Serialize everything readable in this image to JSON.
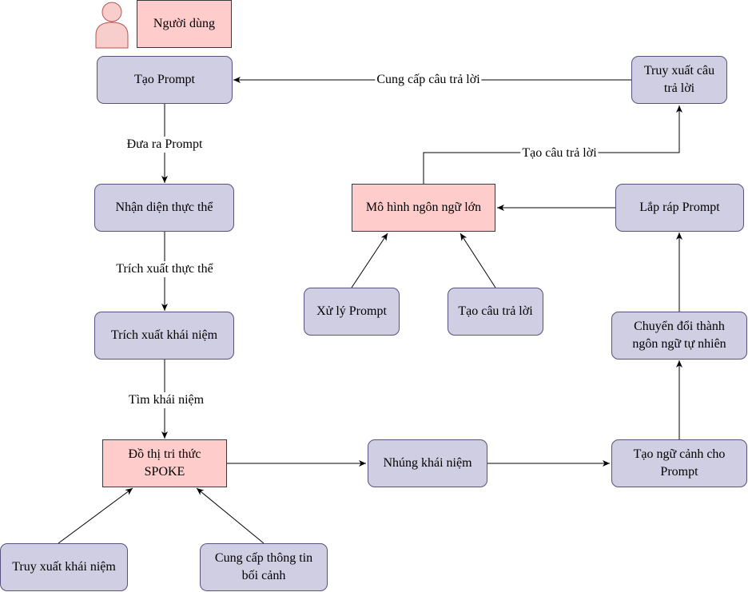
{
  "nodes": {
    "user": "Người dùng",
    "create_prompt": "Tạo Prompt",
    "entity_recognition": "Nhận diện thực thể",
    "concept_extraction": "Trích xuất khái niệm",
    "knowledge_graph": "Đồ thị tri thức\nSPOKE",
    "retrieve_concepts": "Truy xuất khái niệm",
    "provide_context": "Cung cấp thông tin\nbối cảnh",
    "embed_concepts": "Nhúng khái niệm",
    "build_context": "Tạo ngữ cảnh cho\nPrompt",
    "to_natural_language": "Chuyển đổi thành\nngôn ngữ tự nhiên",
    "assemble_prompt": "Lắp ráp Prompt",
    "llm": "Mô hình ngôn ngữ lớn",
    "process_prompt": "Xử lý Prompt",
    "generate_answer": "Tạo câu trả lời",
    "retrieve_answer": "Truy xuất câu\ntrả lời"
  },
  "edge_labels": {
    "provide_answer": "Cung cấp câu trả lời",
    "output_prompt": "Đưa ra Prompt",
    "extract_entities": "Trích xuất thực thể",
    "find_concepts": "Tìm khái niệm",
    "generate_answer": "Tạo câu trả lời"
  },
  "colors": {
    "purple_fill": "#d0cee2",
    "purple_stroke": "#56517e",
    "pink_fill": "#ffcccc",
    "user_icon_fill": "#f8cecc",
    "user_icon_stroke": "#b85450"
  },
  "icons": {
    "user": "person-icon"
  }
}
